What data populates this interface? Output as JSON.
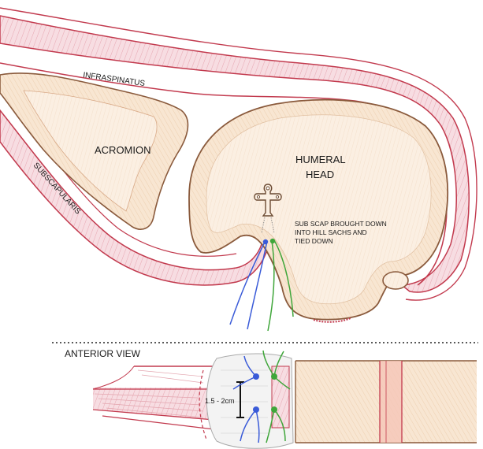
{
  "labels": {
    "infraspinatus": "INFRASPINATUS",
    "subscapularis": "SUBSCAPULARIS",
    "acromion": "ACROMION",
    "humeral_head_line1": "HUMERAL",
    "humeral_head_line2": "HEAD",
    "note_line1": "SUB SCAP BROUGHT DOWN",
    "note_line2": "INTO HILL SACHS AND",
    "note_line3": "TIED DOWN",
    "anterior_view": "ANTERIOR VIEW",
    "measurement": "1.5 - 2cm"
  },
  "colors": {
    "muscle": "#c23a4e",
    "muscle_fill": "#f7dde2",
    "bone_outline": "#8a5a3c",
    "bone_fill": "#f6e2cc",
    "bone_fill_light": "#fbeee0",
    "suture_blue": "#3a5bd8",
    "suture_green": "#3fa63a",
    "divider": "#222222"
  },
  "icons": {
    "anchor": "suture-anchor-icon"
  }
}
